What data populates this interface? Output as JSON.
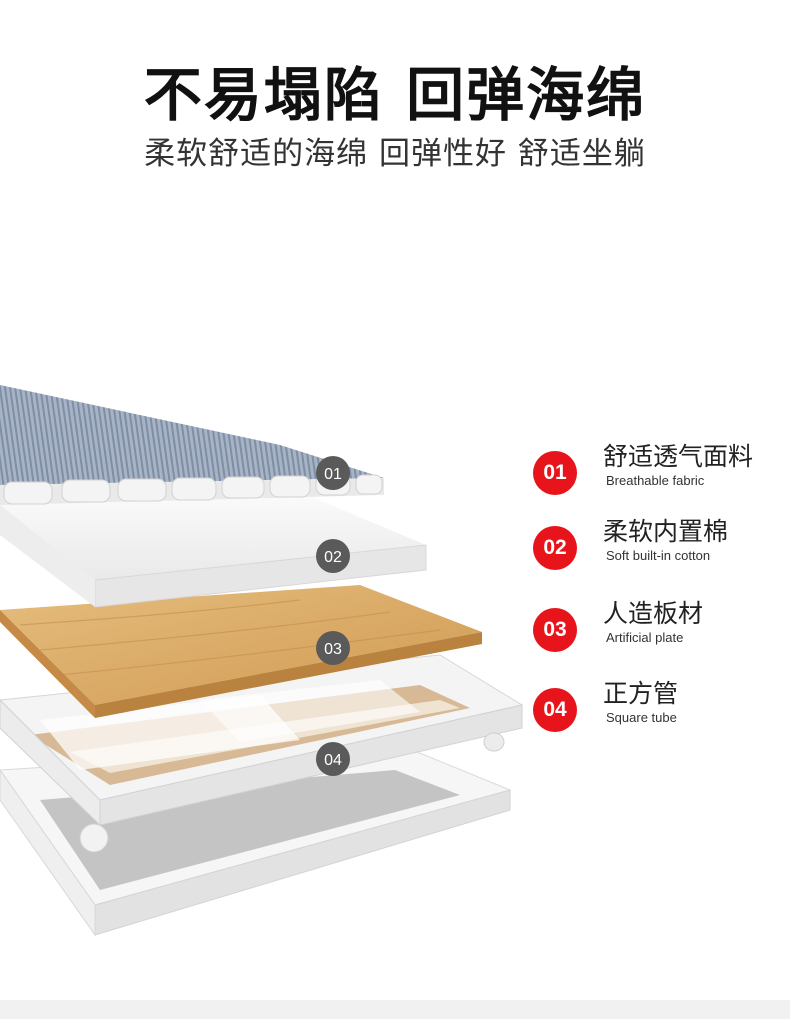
{
  "header": {
    "title": "不易塌陷 回弹海绵",
    "subtitle": "柔软舒适的海绵 回弹性好 舒适坐躺"
  },
  "layers": [
    {
      "marker": "01",
      "name_zh": "舒适透气面料",
      "name_en": "Breathable fabric"
    },
    {
      "marker": "02",
      "name_zh": "柔软内置棉",
      "name_en": "Soft built-in cotton"
    },
    {
      "marker": "03",
      "name_zh": "人造板材",
      "name_en": "Artificial plate"
    },
    {
      "marker": "04",
      "name_zh": "正方管",
      "name_en": "Square tube"
    }
  ],
  "colors": {
    "badge_red": "#e8141b",
    "marker_gray": "#5a5a5a",
    "fabric": "#9aa8bc",
    "wood": "#d9a860"
  }
}
